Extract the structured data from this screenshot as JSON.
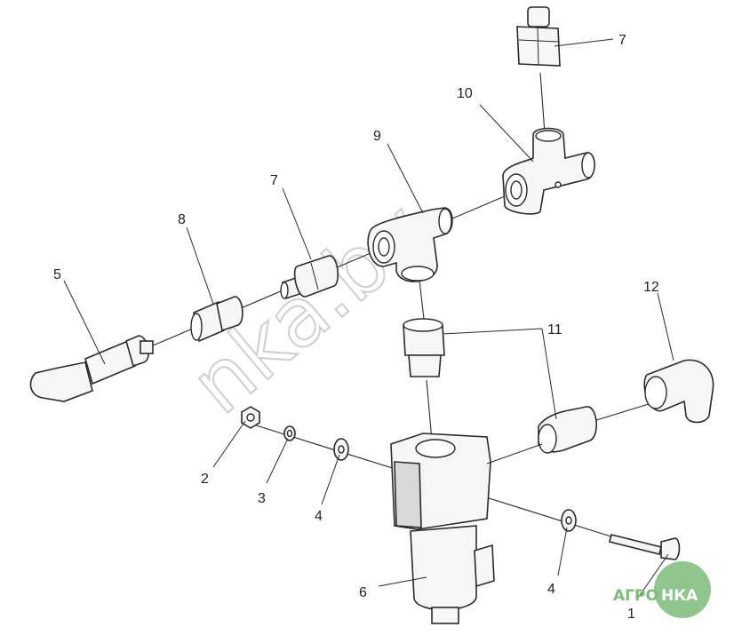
{
  "callouts": {
    "c1": "1",
    "c2": "2",
    "c3": "3",
    "c4a": "4",
    "c4b": "4",
    "c5": "5",
    "c6": "6",
    "c7a": "7",
    "c7b": "7",
    "c8": "8",
    "c9": "9",
    "c10": "10",
    "c11": "11",
    "c12": "12"
  },
  "watermark": "nka.by",
  "logo": {
    "left": "АГРО",
    "right": "НКА",
    "color": "#7dbb7a"
  },
  "colors": {
    "line": "#2a2a2a",
    "fill": "#f6f6f6",
    "background": "#ffffff"
  }
}
